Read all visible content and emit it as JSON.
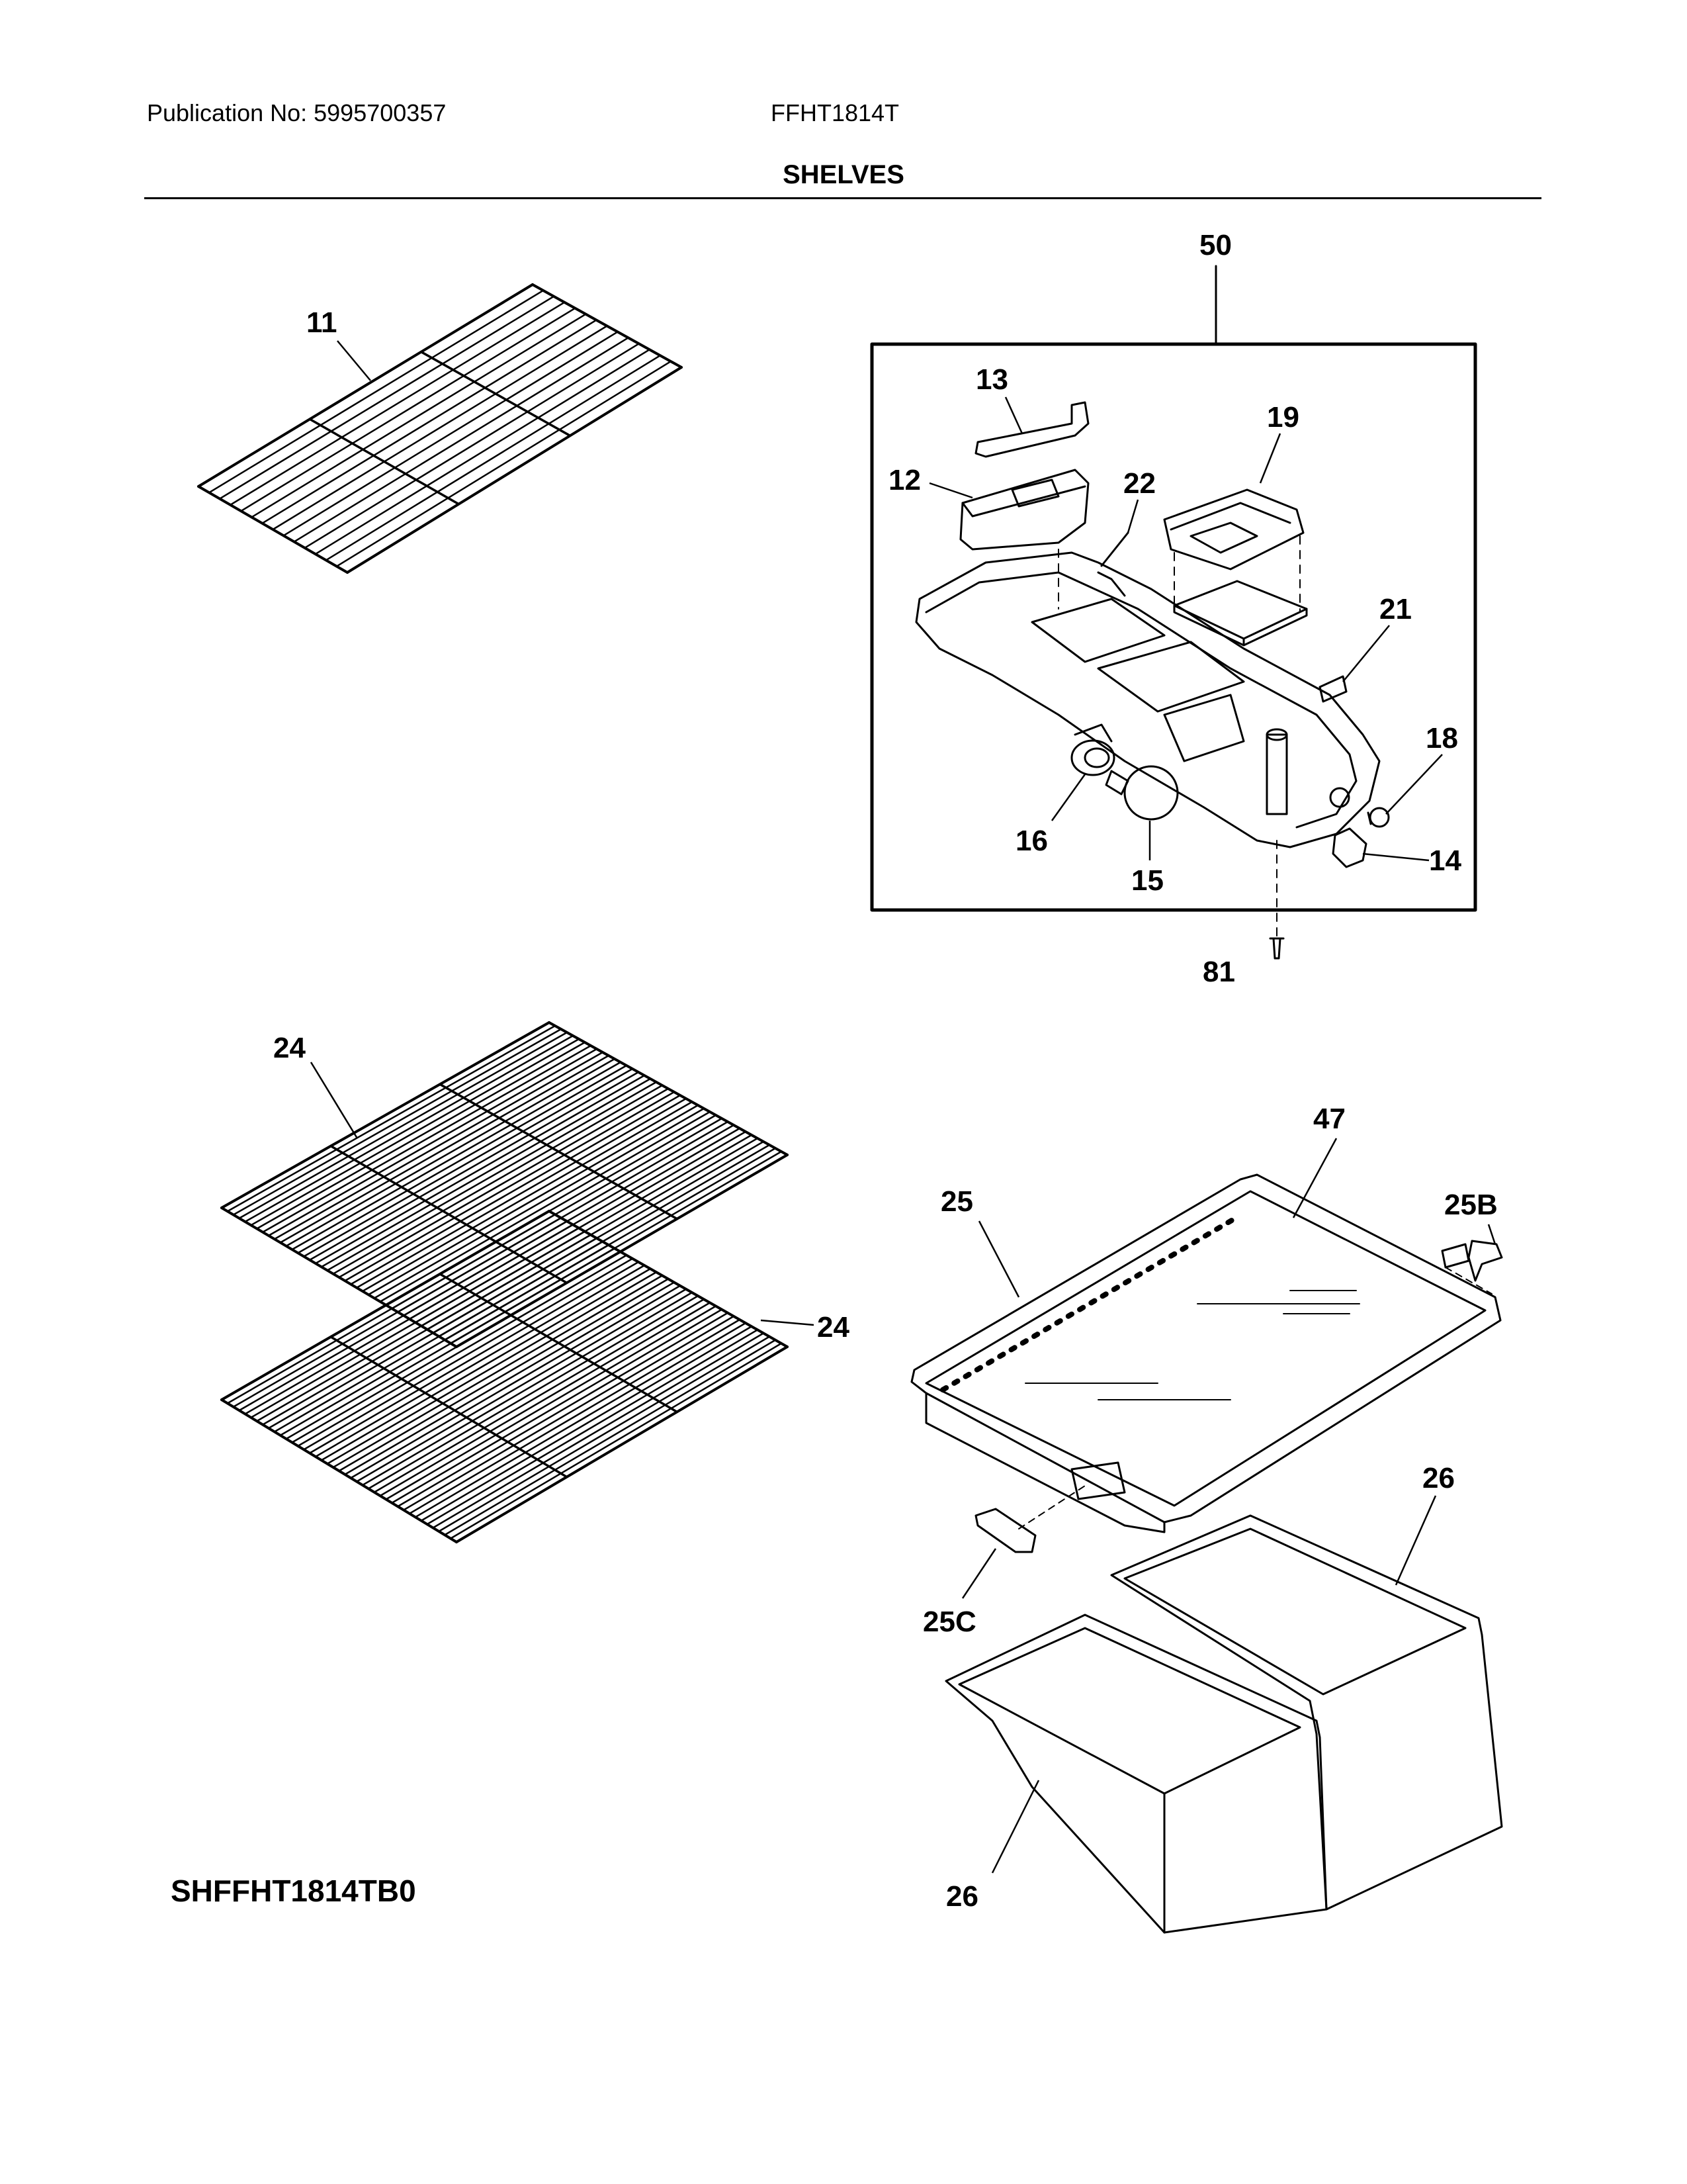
{
  "header": {
    "publication": "Publication No: 5995700357",
    "model": "FFHT1814T",
    "section_title": "SHELVES"
  },
  "diagram_code": "SHFFHT1814TB0",
  "callouts": {
    "c11": "11",
    "c50": "50",
    "c13": "13",
    "c19": "19",
    "c12": "12",
    "c22": "22",
    "c21": "21",
    "c18": "18",
    "c16": "16",
    "c14": "14",
    "c15": "15",
    "c81": "81",
    "c24a": "24",
    "c24b": "24",
    "c47": "47",
    "c25": "25",
    "c25B": "25B",
    "c26a": "26",
    "c25C": "25C",
    "c26b": "26"
  }
}
